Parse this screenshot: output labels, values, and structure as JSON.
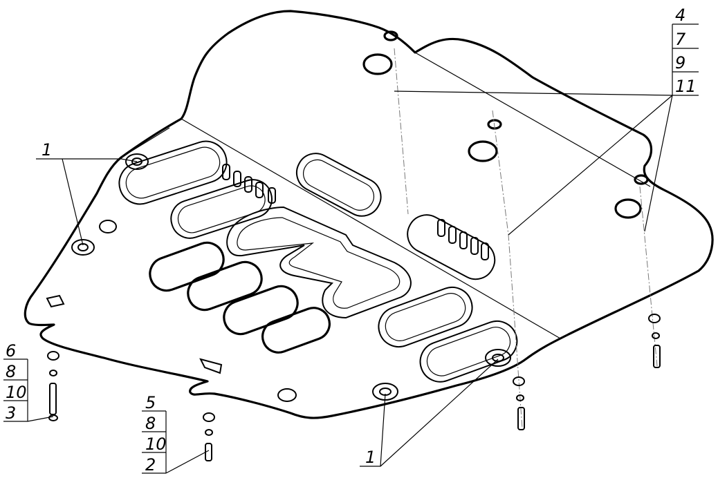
{
  "drawing": {
    "callouts": {
      "top_right_stack": [
        "4",
        "7",
        "9",
        "11"
      ],
      "left_upper": "1",
      "left_bottom_stack": [
        "6",
        "8",
        "10",
        "3"
      ],
      "bottom_stack": [
        "5",
        "8",
        "10",
        "2"
      ],
      "bottom_right": "1"
    },
    "line_color": "#000000"
  }
}
